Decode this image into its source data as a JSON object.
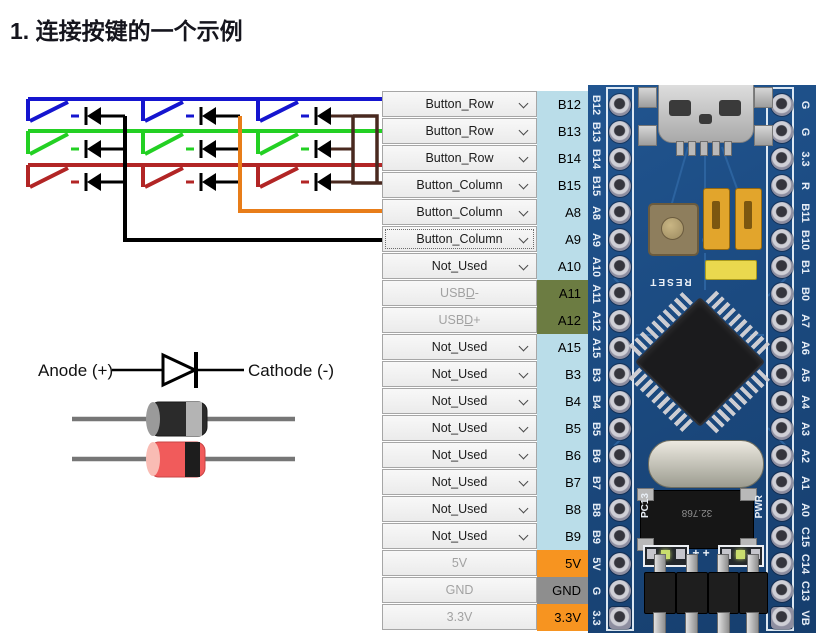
{
  "title": "1. 连接按键的一个示例",
  "diode_legend": {
    "anode_label": "Anode (+)",
    "cathode_label": "Cathode (-)"
  },
  "pin_table": {
    "rows": [
      {
        "function": "Button_Row",
        "pin": "B12",
        "control": "dropdown",
        "pin_bg": "blue"
      },
      {
        "function": "Button_Row",
        "pin": "B13",
        "control": "dropdown",
        "pin_bg": "blue"
      },
      {
        "function": "Button_Row",
        "pin": "B14",
        "control": "dropdown",
        "pin_bg": "blue"
      },
      {
        "function": "Button_Column",
        "pin": "B15",
        "control": "dropdown",
        "pin_bg": "blue"
      },
      {
        "function": "Button_Column",
        "pin": "A8",
        "control": "dropdown",
        "pin_bg": "blue"
      },
      {
        "function": "Button_Column",
        "pin": "A9",
        "control": "dropdown",
        "pin_bg": "blue",
        "focused": true
      },
      {
        "function": "Not_Used",
        "pin": "A10",
        "control": "dropdown",
        "pin_bg": "blue"
      },
      {
        "function": "USBD-",
        "pin": "A11",
        "control": "static",
        "pin_bg": "olive",
        "underline_index": 3
      },
      {
        "function": "USBD+",
        "pin": "A12",
        "control": "static",
        "pin_bg": "olive",
        "underline_index": 3
      },
      {
        "function": "Not_Used",
        "pin": "A15",
        "control": "dropdown",
        "pin_bg": "blue"
      },
      {
        "function": "Not_Used",
        "pin": "B3",
        "control": "dropdown",
        "pin_bg": "blue"
      },
      {
        "function": "Not_Used",
        "pin": "B4",
        "control": "dropdown",
        "pin_bg": "blue"
      },
      {
        "function": "Not_Used",
        "pin": "B5",
        "control": "dropdown",
        "pin_bg": "blue"
      },
      {
        "function": "Not_Used",
        "pin": "B6",
        "control": "dropdown",
        "pin_bg": "blue"
      },
      {
        "function": "Not_Used",
        "pin": "B7",
        "control": "dropdown",
        "pin_bg": "blue"
      },
      {
        "function": "Not_Used",
        "pin": "B8",
        "control": "dropdown",
        "pin_bg": "blue"
      },
      {
        "function": "Not_Used",
        "pin": "B9",
        "control": "dropdown",
        "pin_bg": "blue"
      },
      {
        "function": "5V",
        "pin": "5V",
        "control": "static",
        "pin_bg": "orange"
      },
      {
        "function": "GND",
        "pin": "GND",
        "control": "static",
        "pin_bg": "gray"
      },
      {
        "function": "3.3V",
        "pin": "3.3V",
        "control": "static",
        "pin_bg": "orange"
      }
    ]
  },
  "board": {
    "left_pin_labels": [
      "B12",
      "B13",
      "B14",
      "B15",
      "A8",
      "A9",
      "A10",
      "A11",
      "A12",
      "A15",
      "B3",
      "B4",
      "B5",
      "B6",
      "B7",
      "B8",
      "B9",
      "5V",
      "G",
      "3.3"
    ],
    "right_pin_labels": [
      "G",
      "G",
      "3.3",
      "R",
      "B11",
      "B10",
      "B1",
      "B0",
      "A7",
      "A6",
      "A5",
      "A4",
      "A3",
      "A2",
      "A1",
      "A0",
      "C15",
      "C14",
      "C13",
      "VB"
    ],
    "reset_label": "RESET",
    "rtc_crystal_label": "32.768",
    "pc13_label": "PC13",
    "pwr_label": "PWR",
    "plus_marks": "+ +"
  },
  "colors": {
    "wire_blue": "#1515cf",
    "wire_green": "#23d023",
    "wire_red": "#b22525",
    "wire_orange": "#e87d19",
    "wire_brown": "#49291f",
    "wire_black": "#000000",
    "pin_blue": "#badde9",
    "pin_olive": "#6c7c42",
    "pin_orange": "#f79420",
    "pin_gray": "#8e8e8e",
    "board_blue": "#1b4a80"
  }
}
